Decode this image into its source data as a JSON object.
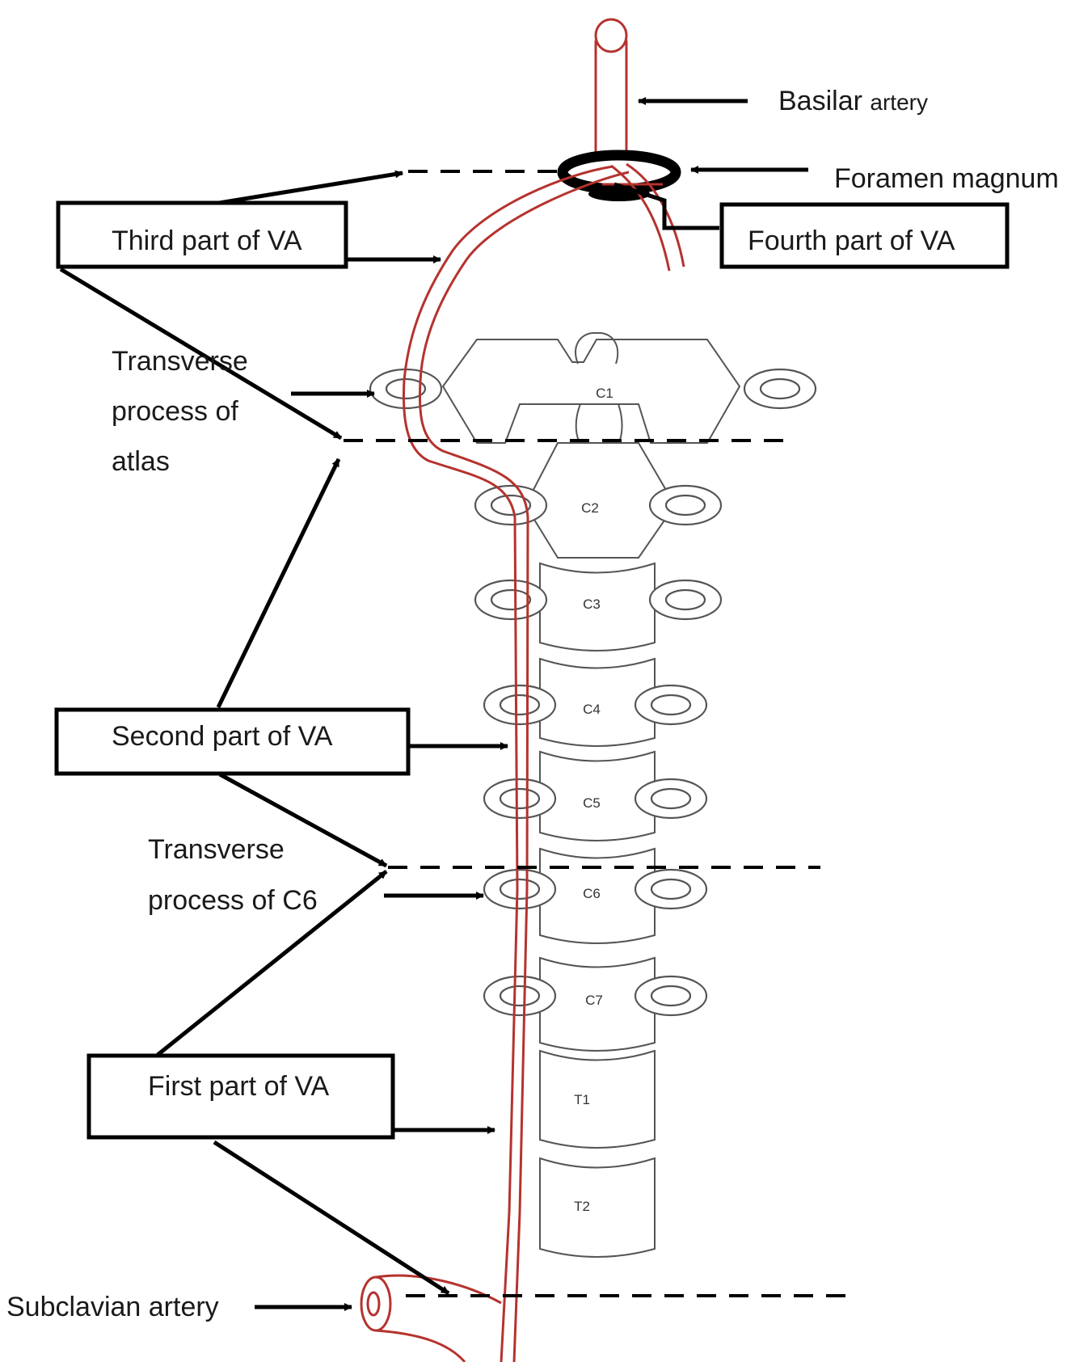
{
  "labels": {
    "basilar_artery_main": "Basilar",
    "basilar_artery_small": "artery",
    "foramen_magnum": "Foramen magnum",
    "third_part": "Third part of VA",
    "fourth_part": "Fourth part of VA",
    "transverse_atlas": [
      "Transverse",
      "process of",
      "atlas"
    ],
    "second_part": "Second part of VA",
    "transverse_c6": [
      "Transverse",
      "process of C6"
    ],
    "first_part": "First part of VA",
    "subclavian_artery": "Subclavian artery"
  },
  "vertebrae": [
    "C1",
    "C2",
    "C3",
    "C4",
    "C5",
    "C6",
    "C7",
    "T1",
    "T2"
  ],
  "colors": {
    "artery": "#b5332e",
    "bone_outline": "#555555",
    "annotation": "#000000"
  }
}
